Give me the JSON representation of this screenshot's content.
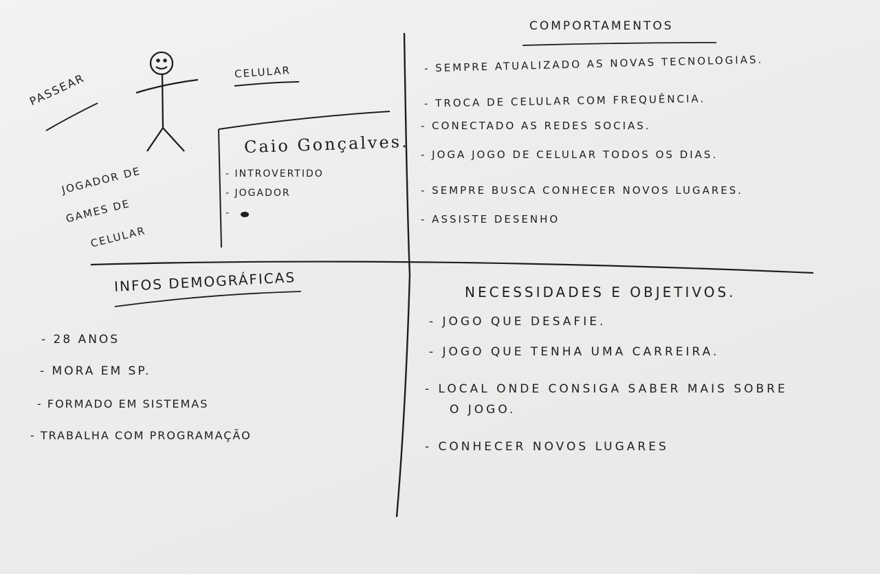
{
  "persona": {
    "hobby_left": "PASSEAR",
    "hobby_top": "CELULAR",
    "name": "Caio Gonçalves.",
    "traits": [
      "- INTROVERTIDO",
      "- JOGADOR",
      "-"
    ],
    "description": [
      "JOGADOR DE",
      "GAMES DE",
      "CELULAR"
    ]
  },
  "comportamentos": {
    "title": "COMPORTAMENTOS",
    "items": [
      "- SEMPRE ATUALIZADO AS NOVAS TECNOLOGIAS.",
      "- TROCA DE CELULAR COM FREQUÊNCIA.",
      "- CONECTADO AS REDES SOCIAS.",
      "- JOGA JOGO DE CELULAR TODOS OS DIAS.",
      "- SEMPRE BUSCA CONHECER NOVOS LUGARES.",
      "- ASSISTE DESENHO"
    ]
  },
  "infos": {
    "title": "INFOS DEMOGRÁFICAS",
    "items": [
      "- 28 ANOS",
      "- MORA EM SP.",
      "- FORMADO EM SISTEMAS",
      "- TRABALHA COM PROGRAMAÇÃO"
    ]
  },
  "necessidades": {
    "title": "NECESSIDADES E OBJETIVOS.",
    "items": [
      "- JOGO QUE DESAFIE.",
      "- JOGO QUE TENHA UMA CARREIRA.",
      "- LOCAL ONDE CONSIGA SABER MAIS SOBRE",
      "O JOGO.",
      "- CONHECER NOVOS LUGARES"
    ]
  }
}
